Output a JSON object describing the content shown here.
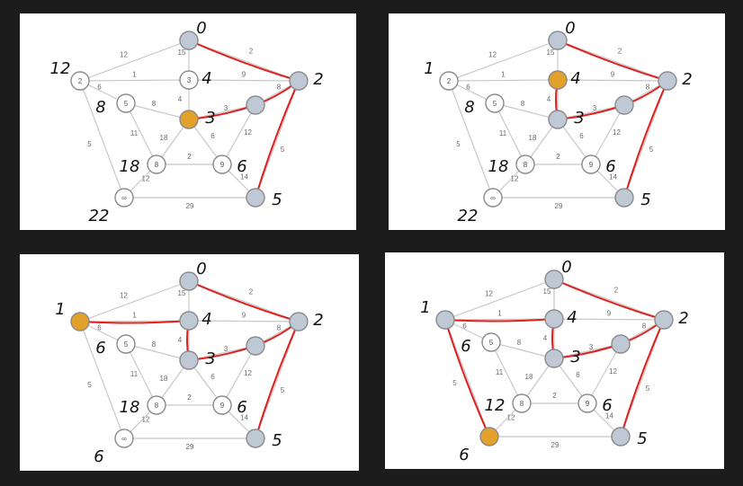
{
  "graph": {
    "nodes": [
      {
        "id": "A",
        "label": ""
      },
      {
        "id": "B",
        "label": "2"
      },
      {
        "id": "C",
        "label": "3"
      },
      {
        "id": "D",
        "label": ""
      },
      {
        "id": "E",
        "label": "5"
      },
      {
        "id": "F",
        "label": ""
      },
      {
        "id": "G",
        "label": ""
      },
      {
        "id": "H",
        "label": "8"
      },
      {
        "id": "I",
        "label": "9"
      },
      {
        "id": "J",
        "label": "∞"
      },
      {
        "id": "K",
        "label": ""
      }
    ],
    "edges": [
      {
        "a": "A",
        "b": "B",
        "w": "12"
      },
      {
        "a": "A",
        "b": "C",
        "w": "15"
      },
      {
        "a": "A",
        "b": "D",
        "w": "2"
      },
      {
        "a": "B",
        "b": "C",
        "w": "1"
      },
      {
        "a": "B",
        "b": "E",
        "w": "6"
      },
      {
        "a": "B",
        "b": "J",
        "w": "5"
      },
      {
        "a": "C",
        "b": "D",
        "w": "9"
      },
      {
        "a": "C",
        "b": "F",
        "w": "4"
      },
      {
        "a": "D",
        "b": "G",
        "w": "8"
      },
      {
        "a": "D",
        "b": "K",
        "w": "5"
      },
      {
        "a": "E",
        "b": "F",
        "w": "8"
      },
      {
        "a": "E",
        "b": "H",
        "w": "11"
      },
      {
        "a": "F",
        "b": "G",
        "w": "3"
      },
      {
        "a": "F",
        "b": "H",
        "w": "18"
      },
      {
        "a": "F",
        "b": "I",
        "w": "6"
      },
      {
        "a": "G",
        "b": "I",
        "w": "12"
      },
      {
        "a": "H",
        "b": "I",
        "w": "2"
      },
      {
        "a": "H",
        "b": "J",
        "w": "12"
      },
      {
        "a": "I",
        "b": "K",
        "w": "14"
      },
      {
        "a": "J",
        "b": "K",
        "w": "29"
      }
    ]
  },
  "panels": [
    {
      "current": "F",
      "filled": [
        "A",
        "D",
        "F",
        "G",
        "K"
      ],
      "red_path": [
        [
          "F",
          "G"
        ],
        [
          "G",
          "D"
        ],
        [
          "A",
          "D"
        ],
        [
          "D",
          "K"
        ]
      ],
      "annotations": [
        {
          "node": "A",
          "text": "0"
        },
        {
          "node": "B",
          "text": "12"
        },
        {
          "node": "C",
          "text": "4"
        },
        {
          "node": "D",
          "text": "2"
        },
        {
          "node": "E",
          "text": "8"
        },
        {
          "node": "F",
          "text": "3"
        },
        {
          "node": "H",
          "text": "18"
        },
        {
          "node": "I",
          "text": "6"
        },
        {
          "node": "J",
          "text": "22"
        },
        {
          "node": "K",
          "text": "5"
        }
      ]
    },
    {
      "current": "C",
      "filled": [
        "A",
        "C",
        "D",
        "F",
        "G",
        "K"
      ],
      "red_path": [
        [
          "C",
          "F"
        ],
        [
          "F",
          "G"
        ],
        [
          "G",
          "D"
        ],
        [
          "A",
          "D"
        ],
        [
          "D",
          "K"
        ]
      ],
      "annotations": [
        {
          "node": "A",
          "text": "0"
        },
        {
          "node": "B",
          "text": "1"
        },
        {
          "node": "C",
          "text": "4"
        },
        {
          "node": "D",
          "text": "2"
        },
        {
          "node": "E",
          "text": "8"
        },
        {
          "node": "F",
          "text": "3"
        },
        {
          "node": "H",
          "text": "18"
        },
        {
          "node": "I",
          "text": "6"
        },
        {
          "node": "J",
          "text": "22"
        },
        {
          "node": "K",
          "text": "5"
        }
      ]
    },
    {
      "current": "B",
      "filled": [
        "A",
        "B",
        "C",
        "D",
        "F",
        "G",
        "K"
      ],
      "red_path": [
        [
          "B",
          "C"
        ],
        [
          "C",
          "F"
        ],
        [
          "F",
          "G"
        ],
        [
          "G",
          "D"
        ],
        [
          "A",
          "D"
        ],
        [
          "D",
          "K"
        ]
      ],
      "annotations": [
        {
          "node": "A",
          "text": "0"
        },
        {
          "node": "B",
          "text": "1"
        },
        {
          "node": "C",
          "text": "4"
        },
        {
          "node": "D",
          "text": "2"
        },
        {
          "node": "E",
          "text": "6"
        },
        {
          "node": "F",
          "text": "3"
        },
        {
          "node": "H",
          "text": "18"
        },
        {
          "node": "I",
          "text": "6"
        },
        {
          "node": "J",
          "text": "6"
        },
        {
          "node": "K",
          "text": "5"
        }
      ]
    },
    {
      "current": "J",
      "filled": [
        "A",
        "B",
        "C",
        "D",
        "F",
        "G",
        "K",
        "J"
      ],
      "red_path": [
        [
          "B",
          "J"
        ],
        [
          "B",
          "C"
        ],
        [
          "C",
          "F"
        ],
        [
          "F",
          "G"
        ],
        [
          "G",
          "D"
        ],
        [
          "A",
          "D"
        ],
        [
          "D",
          "K"
        ]
      ],
      "annotations": [
        {
          "node": "A",
          "text": "0"
        },
        {
          "node": "B",
          "text": "1"
        },
        {
          "node": "C",
          "text": "4"
        },
        {
          "node": "D",
          "text": "2"
        },
        {
          "node": "E",
          "text": "6"
        },
        {
          "node": "F",
          "text": "3"
        },
        {
          "node": "H",
          "text": "12"
        },
        {
          "node": "I",
          "text": "6"
        },
        {
          "node": "J",
          "text": "6"
        },
        {
          "node": "K",
          "text": "5"
        }
      ]
    }
  ],
  "colors": {
    "background": "#1c1c1c",
    "panel": "#ffffff",
    "edge": "#c8c8c8",
    "path": "#e0201e",
    "visited_fill": "#bfc9d6",
    "current_fill": "#e2a12b"
  }
}
